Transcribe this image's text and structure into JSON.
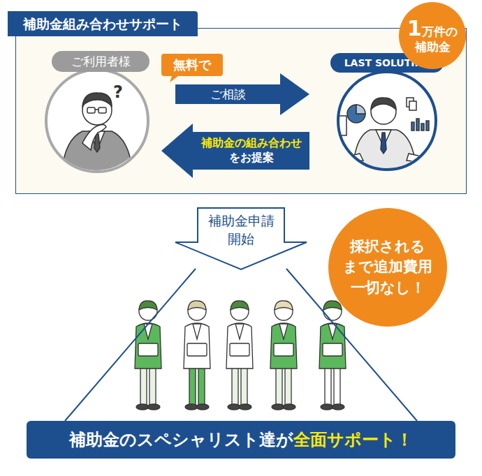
{
  "diagram": {
    "nodes": [
      {
        "text": [
          "補助金組み合わせサポート"
        ]
      },
      {
        "text": [
          "1万件の補助金"
        ]
      },
      {
        "text": [
          "ご利用者様"
        ],
        "in": 0
      },
      {
        "text": [
          "無料で"
        ],
        "in": 0
      },
      {
        "text": [
          "ご相談"
        ],
        "in": 0
      },
      {
        "text": [
          "補助金の組み合わせ",
          "をお提案"
        ],
        "in": 0
      },
      {
        "text": [
          "LAST SOLUTINS"
        ],
        "in": 0
      },
      {
        "text": [
          "補助金申請 開始"
        ]
      },
      {
        "text": [
          "採択される まで追加費用 一切なし！"
        ]
      },
      {
        "text": [
          "補助金のスペシャリスト達が",
          "全面サポート！"
        ]
      }
    ],
    "edges": [
      {
        "from": 7,
        "to": 9,
        "arrow": "none"
      },
      {
        "from": 7,
        "to": 9,
        "arrow": "none"
      }
    ]
  }
}
